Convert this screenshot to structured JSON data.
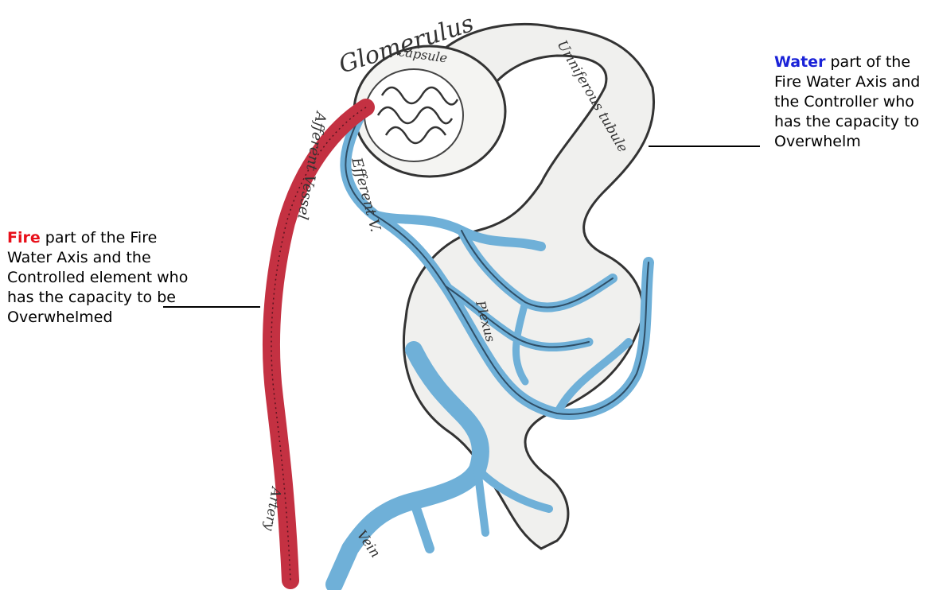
{
  "colors": {
    "fire": "#e8101a",
    "water": "#1a22d8",
    "artery": "#c43142",
    "vein": "#6fb0d8",
    "vein_outline": "#2f4e66",
    "tubule_fill": "#f0f0ee",
    "ink": "#333333"
  },
  "illustration_labels": {
    "glomerulus": "Glomerulus",
    "capsule": "capsule",
    "uriniferous_tubule": "Uriniferous tubule",
    "afferent_vessel": "Afferent Vessel",
    "efferent_vessel": "Efferent V.",
    "artery": "Artery",
    "vein": "Vein",
    "capillary_plexus": "Plexus"
  },
  "callouts": {
    "fire": {
      "keyword": "Fire",
      "text": " part of the Fire Water Axis and the Controlled element who has the capacity to be Overwhelmed"
    },
    "water": {
      "keyword": "Water",
      "text": " part of the Fire Water Axis and the Controller who has the capacity to Overwhelm"
    }
  }
}
